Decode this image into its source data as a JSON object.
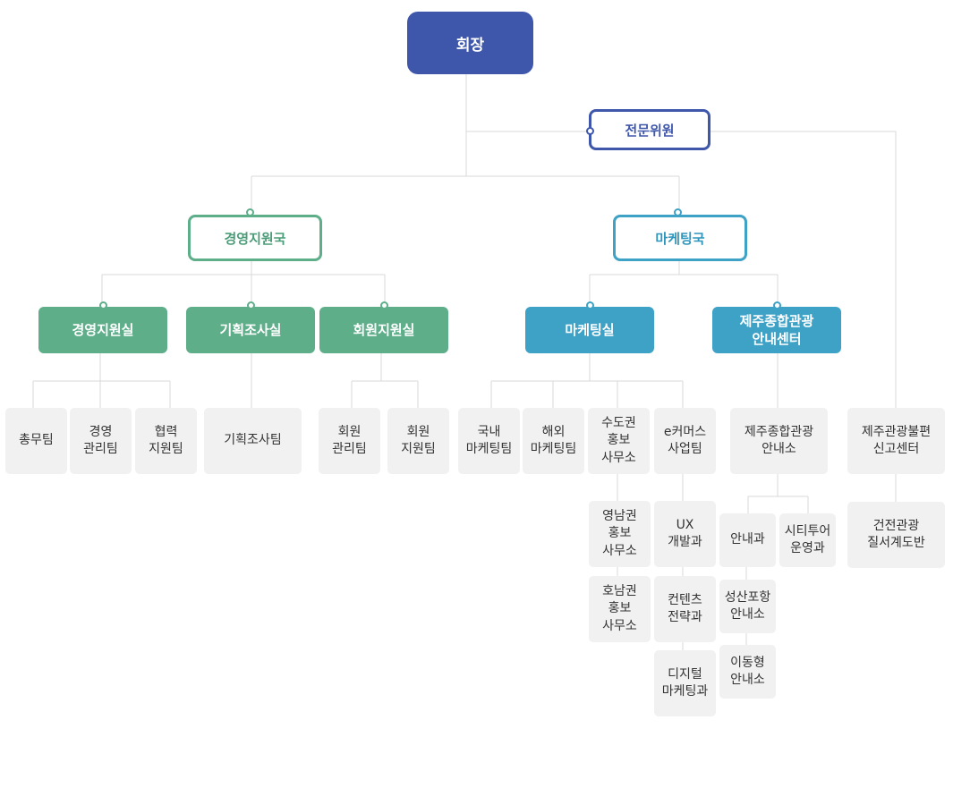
{
  "chairman": "회장",
  "advisor": "전문위원",
  "bureaus": {
    "management": "경영지원국",
    "marketing": "마케팅국"
  },
  "offices": {
    "management_support": "경영지원실",
    "planning_research": "기획조사실",
    "member_support": "회원지원실",
    "marketing": "마케팅실",
    "jeju_center": "제주종합관광\n안내센터"
  },
  "teams": {
    "general_affairs": "총무팀",
    "management_admin": "경영\n관리팀",
    "cooperation_support": "협력\n지원팀",
    "planning_research_team": "기획조사팀",
    "member_admin": "회원\n관리팀",
    "member_support_team": "회원\n지원팀",
    "domestic_marketing": "국내\n마케팅팀",
    "overseas_marketing": "해외\n마케팅팀",
    "capital_promo": "수도권\n홍보\n사무소",
    "yeongnam_promo": "영남권\n홍보\n사무소",
    "honam_promo": "호남권\n홍보\n사무소",
    "ecommerce": "e커머스\n사업팀",
    "ux_dev": "UX\n개발과",
    "content_strategy": "컨텐츠\n전략과",
    "digital_marketing": "디지털\n마케팅과",
    "jeju_info_office": "제주종합관광\n안내소",
    "guide_section": "안내과",
    "city_tour": "시티투어\n운영과",
    "seongsan_office": "성산포항\n안내소",
    "mobile_office": "이동형\n안내소",
    "complaint_center": "제주관광불편\n신고센터",
    "order_team": "건전관광\n질서계도반"
  },
  "colors": {
    "navy": "#3f57ab",
    "green": "#5fae8a",
    "blue": "#3ea2c7",
    "team_bg": "#f1f1f1",
    "line": "#dddddd"
  }
}
